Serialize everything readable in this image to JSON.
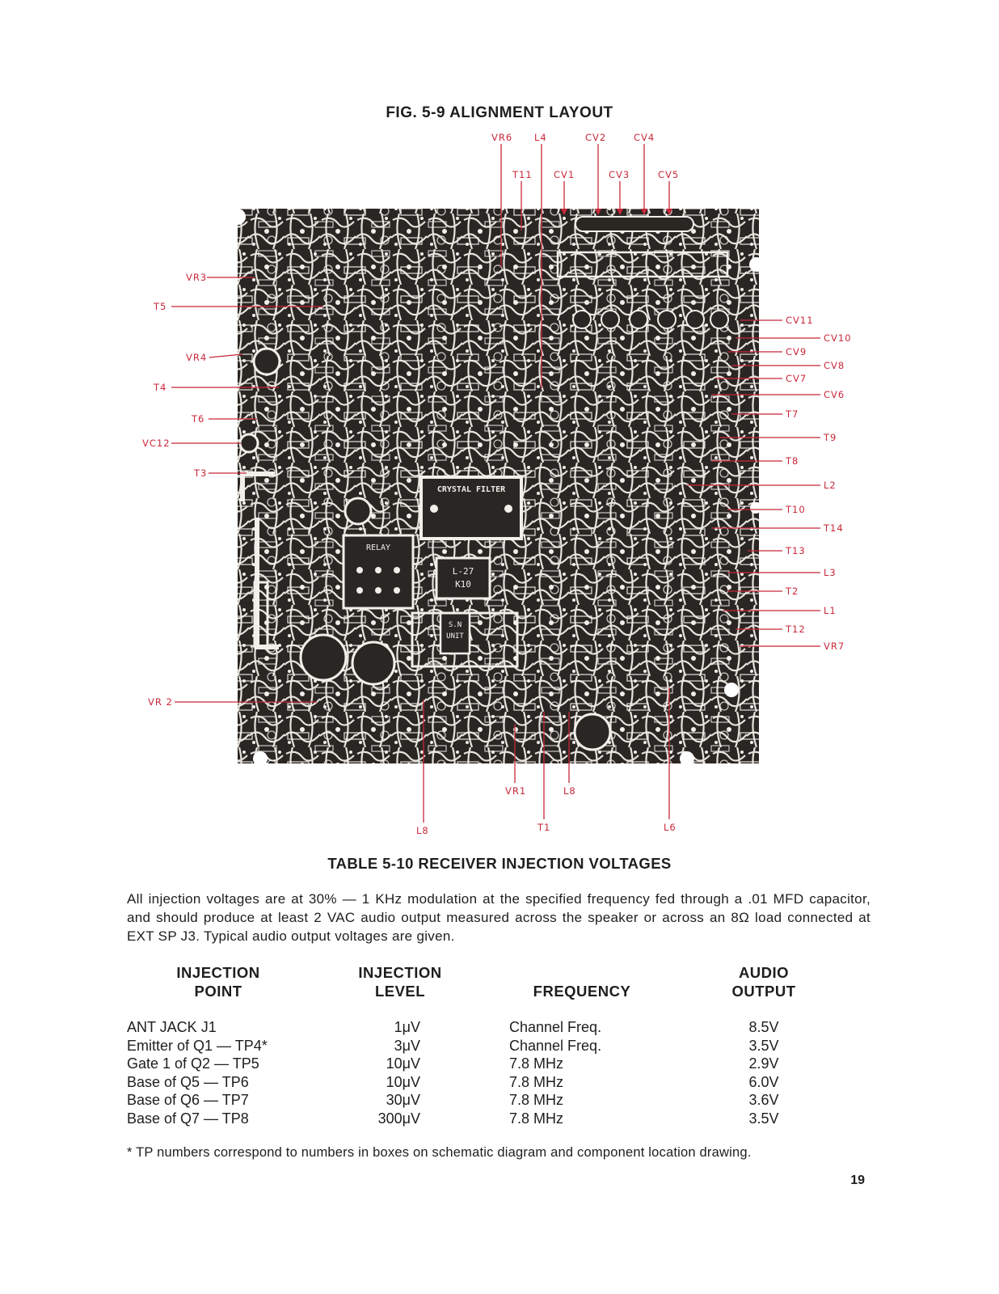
{
  "figure": {
    "title": "FIG. 5-9  ALIGNMENT LAYOUT",
    "callouts": {
      "top_row1": [
        "VR6",
        "L4",
        "CV2",
        "CV4"
      ],
      "top_row2": [
        "T11",
        "CV1",
        "CV3",
        "CV5"
      ],
      "left": [
        "VR3",
        "T5",
        "VR4",
        "T4",
        "T6",
        "VC12",
        "T3",
        "VR 2"
      ],
      "right_inner": [
        "CV11",
        "CV9",
        "CV7",
        "T7",
        "T8",
        "T10",
        "T13",
        "T2",
        "T12"
      ],
      "right_outer": [
        "CV10",
        "CV8",
        "CV6",
        "T9",
        "L2",
        "T14",
        "L3",
        "L1",
        "VR7"
      ],
      "bottom_row1": [
        "VR1",
        "L8"
      ],
      "bottom_row2": [
        "L8",
        "T1",
        "L6"
      ]
    },
    "board_labels": {
      "crystal_filter": "CRYSTAL FILTER",
      "relay": "RELAY",
      "sn_unit_1": "S.N",
      "sn_unit_2": "UNIT",
      "xtal_1": "L-27",
      "xtal_2": "K10"
    }
  },
  "table": {
    "title": "TABLE 5-10  RECEIVER INJECTION VOLTAGES",
    "intro": "All injection voltages are at 30% — 1 KHz modulation at the specified frequency fed through a .01 MFD capacitor, and should produce at least 2 VAC audio output measured across the speaker or across an 8Ω load connected at EXT SP J3. Typical audio output voltages are given.",
    "headers": {
      "point_1": "INJECTION",
      "point_2": "POINT",
      "level_1": "INJECTION",
      "level_2": "LEVEL",
      "freq": "FREQUENCY",
      "output_1": "AUDIO",
      "output_2": "OUTPUT"
    },
    "rows": [
      {
        "point": "ANT JACK J1",
        "level": "1μV",
        "freq": "Channel Freq.",
        "output": "8.5V"
      },
      {
        "point": "Emitter of Q1 — TP4*",
        "level": "3μV",
        "freq": "Channel Freq.",
        "output": "3.5V"
      },
      {
        "point": "Gate 1 of Q2 — TP5",
        "level": "10μV",
        "freq": "7.8 MHz",
        "output": "2.9V"
      },
      {
        "point": "Base of Q5 — TP6",
        "level": "10μV",
        "freq": "7.8 MHz",
        "output": "6.0V"
      },
      {
        "point": "Base of Q6 — TP7",
        "level": "30μV",
        "freq": "7.8 MHz",
        "output": "3.6V"
      },
      {
        "point": "Base of Q7 — TP8",
        "level": "300μV",
        "freq": "7.8 MHz",
        "output": "3.5V"
      }
    ],
    "footnote": "*  TP numbers correspond to numbers in boxes on schematic diagram and component location drawing."
  },
  "page_number": "19",
  "colors": {
    "text": "#1e1e1e",
    "callout": "#c8283a",
    "board": "#2a2624"
  }
}
